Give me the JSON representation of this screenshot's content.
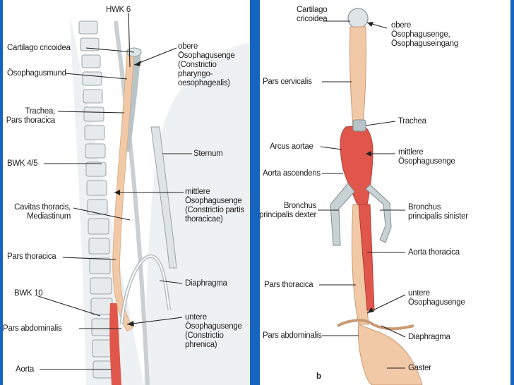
{
  "left_panel": {
    "labels": {
      "hwk6": "HWK 6",
      "cartilago": "Cartilago cricoidea",
      "oesophagusmund": "Ösophagusmund",
      "trachea": "Trachea,\nPars thoracica",
      "bwk45": "BWK 4/5",
      "cavitas": "Cavitas thoracis,\nMediastinum",
      "pars_thoracica": "Pars thoracica",
      "bwk10": "BWK 10",
      "pars_abdominalis": "Pars abdominalis",
      "aorta": "Aorta",
      "obere": "obere\nÖsophagusenge\n(Constrictio\npharyngo-\noesophagealis)",
      "sternum": "Sternum",
      "mittlere": "mittlere\nÖsophagusenge\n(Constrictio partis\nthoracicae)",
      "diaphragma": "Diaphragma",
      "untere": "untere\nÖsophagusenge\n(Constrictio\nphrenica)"
    }
  },
  "right_panel": {
    "labels": {
      "cartilago": "Cartilago\ncricoidea",
      "pars_cervicalis": "Pars cervicalis",
      "arcus_aortae": "Arcus aortae",
      "aorta_ascendens": "Aorta ascendens",
      "bronchus_dexter": "Bronchus\nprincipalis dexter",
      "pars_thoracica": "Pars thoracica",
      "pars_abdominalis": "Pars abdominalis",
      "obere": "obere\nÖsophagusenge,\nÖsophaguseingang",
      "trachea": "Trachea",
      "mittlere": "mittlere\nÖsophagusenge",
      "bronchus_sinister": "Bronchus\nprincipalis sinister",
      "aorta_thoracica": "Aorta thoracica",
      "untere": "untere\nÖsophagusenge",
      "diaphragma": "Diaphragma",
      "gaster": "Gaster",
      "panel_letter": "b"
    }
  },
  "colors": {
    "frame": "#1565c0",
    "oesophagus": "#f2c9a6",
    "aorta": "#e0564a",
    "trachea": "#b8c4c8",
    "bone": "#dfe4e6"
  }
}
